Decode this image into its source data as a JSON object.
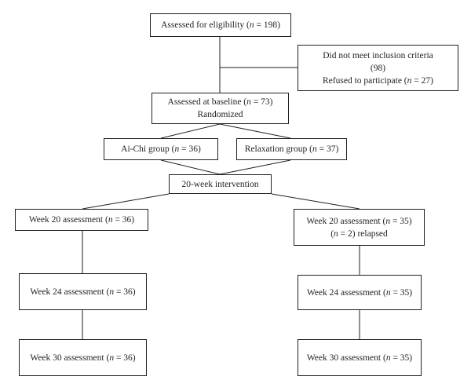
{
  "eligibility": {
    "prefix": "Assessed for eligibility (",
    "n_var": "n",
    "suffix": " = 198)"
  },
  "excluded": {
    "line1": "Did not meet inclusion criteria",
    "line2": "(98)",
    "line3_prefix": "Refused to participate (",
    "n_var": "n",
    "line3_suffix": " = 27)"
  },
  "baseline": {
    "prefix": "Assessed at baseline (",
    "n_var": "n",
    "suffix": " = 73)",
    "line2": "Randomized"
  },
  "aichi": {
    "prefix": "Ai-Chi group (",
    "n_var": "n",
    "suffix": " = 36)"
  },
  "relaxation": {
    "prefix": "Relaxation group (",
    "n_var": "n",
    "suffix": " = 37)"
  },
  "intervention": {
    "label": "20-week intervention"
  },
  "left": {
    "w20": {
      "prefix": "Week 20 assessment (",
      "n_var": "n",
      "suffix": " = 36)"
    },
    "w24": {
      "prefix": "Week 24 assessment (",
      "n_var": "n",
      "suffix": " = 36)"
    },
    "w30": {
      "prefix": "Week 30 assessment (",
      "n_var": "n",
      "suffix": " = 36)"
    }
  },
  "right": {
    "w20": {
      "prefix": "Week 20 assessment (",
      "n_var": "n",
      "suffix": " = 35)",
      "line2_prefix": "(",
      "line2_n_var": "n",
      "line2_suffix": " = 2) relapsed"
    },
    "w24": {
      "prefix": "Week 24 assessment (",
      "n_var": "n",
      "suffix": " = 35)"
    },
    "w30": {
      "prefix": "Week 30 assessment (",
      "n_var": "n",
      "suffix": " = 35)"
    }
  }
}
